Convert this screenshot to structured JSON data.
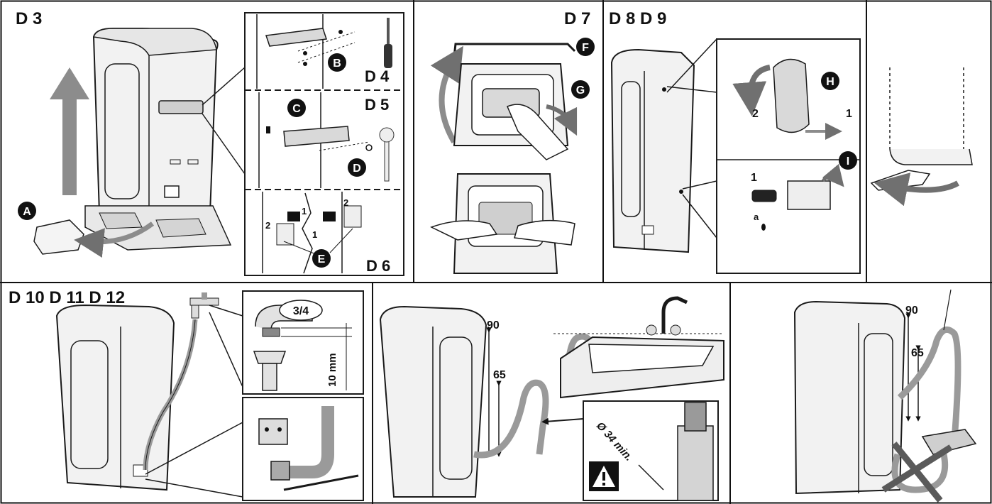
{
  "panels": {
    "p1": {
      "labels": [
        "D 3",
        "D 4",
        "D 5",
        "D 6"
      ]
    },
    "p2": {
      "labels": [
        "D 7"
      ]
    },
    "p3": {
      "labels": [
        "D 8 D 9"
      ]
    },
    "p5": {
      "labels": [
        "D 10 D 11 D 12"
      ]
    }
  },
  "callouts": [
    "A",
    "B",
    "C",
    "D",
    "E",
    "F",
    "G",
    "H",
    "I"
  ],
  "step_numbers": {
    "one": "1",
    "two": "2",
    "a": "a"
  },
  "measurements": {
    "thread": "3/4",
    "gap": "10 mm",
    "height_90": "90",
    "height_65": "65",
    "diameter": "Ø 34 min."
  },
  "colors": {
    "line": "#1a1a1a",
    "grey_arrow": "#8c8c8c",
    "arrow_dark": "#707070",
    "hose": "#9a9a9a",
    "fill_light": "#f2f2f2",
    "fill_mid": "#d9d9d9",
    "badge": "#111111",
    "cross": "#5a5a5a"
  },
  "icons": [
    "warning-icon",
    "screwdriver-icon",
    "wrench-icon",
    "water-tap-icon"
  ]
}
